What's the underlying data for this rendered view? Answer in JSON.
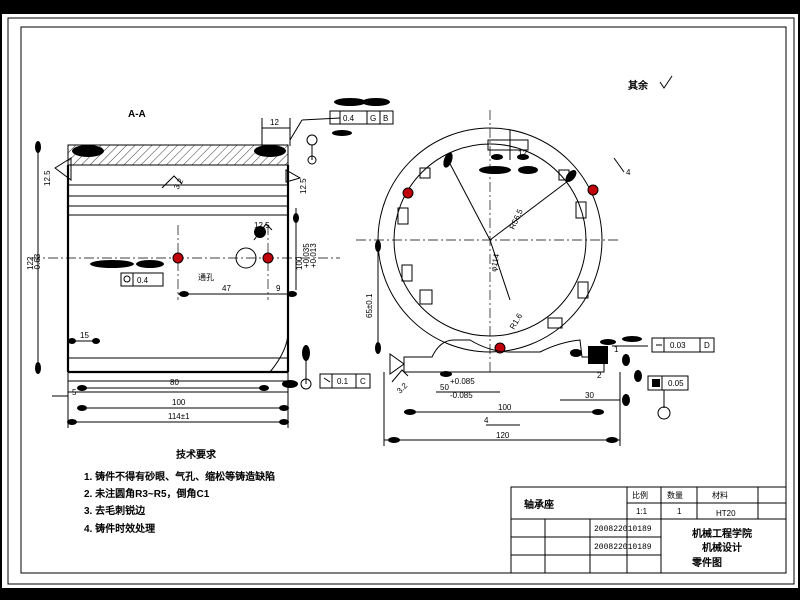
{
  "drawing": {
    "section_label": "A-A",
    "surface_note": "其余",
    "dimensions": {
      "top_gap": "12",
      "tol_main": "0.4",
      "datum_g": "G",
      "datum_b": "B",
      "datum_c": "C",
      "datum_d": "D",
      "left_height": "122",
      "left_height_tol": "-0.63",
      "roughness_top": "12.5",
      "roughness_side": "12.5",
      "roughness_hole": "12.5",
      "roughness_mid": "3.2",
      "roughness_bottom": "3.2",
      "center_dim": "100",
      "center_dim_tol": "+0.035",
      "center_dim_tol2": "+0.013",
      "through_hole": "通孔",
      "dim_47": "47",
      "dim_9": "9",
      "dim_15": "15",
      "dim_5": "5",
      "dim_80": "80",
      "dim_100": "100",
      "dim_114": "114±1",
      "tol_01": "0.1",
      "radius": "R56.5",
      "dim_12": "12",
      "dim_r4": "4",
      "dim_dia_inner": "φ114",
      "dim_r16": "R1.6",
      "dim_left_v": "65±0.1",
      "dim_50": "50",
      "dim_50_tol_a": "+0.085",
      "dim_50_tol_b": "-0.085",
      "dim_bottom_100": "100",
      "dim_bottom_30": "30",
      "dim_bottom_120": "120",
      "dim_bottom_4": "4",
      "tol_right": "0.03",
      "tol_flat": "0.05",
      "small_1": "1",
      "small_2": "2"
    },
    "tech_title": "技术要求",
    "tech_items": [
      "1. 铸件不得有砂眼、气孔、缩松等铸造缺陷",
      "2. 未注圆角R3~R5，倒角C1",
      "3. 去毛刺锐边",
      "4. 铸件时效处理"
    ]
  },
  "title_block": {
    "part_name": "轴承座",
    "scale_label": "比例",
    "qty_label": "数量",
    "material_label": "材料",
    "scale": "1:1",
    "qty": "1",
    "material": "HT20",
    "drawn_by_id": "200822010189",
    "checked_by_id": "200822010189",
    "school": "机械工程学院",
    "class_name": "机械设计",
    "drawing_no": "零件图"
  }
}
